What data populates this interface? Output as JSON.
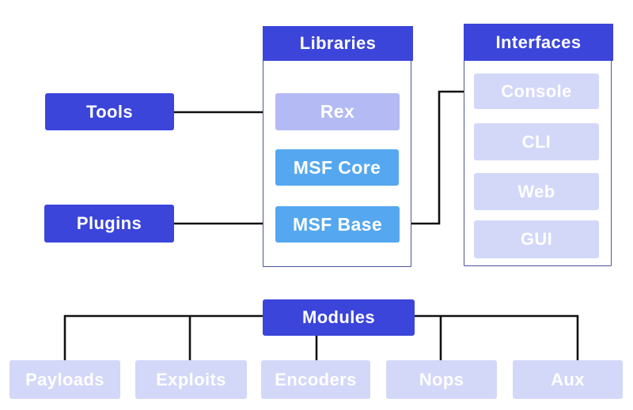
{
  "colors": {
    "primary_blue": "#3b45da",
    "sky_blue": "#55a8ef",
    "periwinkle": "#b4baf3",
    "lavender": "#d3d7f8",
    "container_border": "#4a5499",
    "connector_black": "#111111"
  },
  "left_column": {
    "tools": "Tools",
    "plugins": "Plugins"
  },
  "libraries": {
    "title": "Libraries",
    "rex": "Rex",
    "msf_core": "MSF Core",
    "msf_base": "MSF Base"
  },
  "interfaces": {
    "title": "Interfaces",
    "items": [
      "Console",
      "CLI",
      "Web",
      "GUI"
    ]
  },
  "modules": {
    "title": "Modules",
    "items": [
      "Payloads",
      "Exploits",
      "Encoders",
      "Nops",
      "Aux"
    ]
  }
}
